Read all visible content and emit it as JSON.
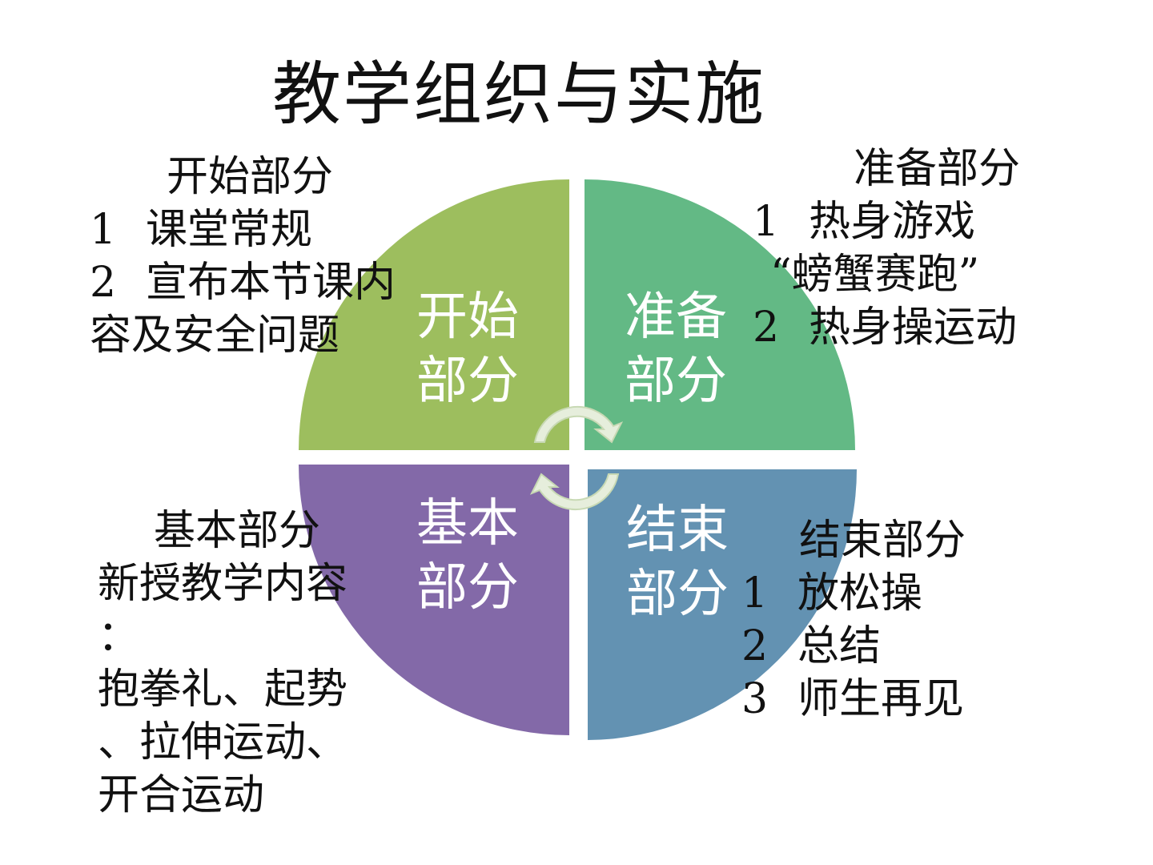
{
  "slide": {
    "title": "教学组织与实施"
  },
  "quadrants": [
    {
      "key": "start",
      "line1": "开始",
      "line2": "部分",
      "color": "#9DBE5E"
    },
    {
      "key": "prep",
      "line1": "准备",
      "line2": "部分",
      "color": "#63B985"
    },
    {
      "key": "basic",
      "line1": "基本",
      "line2": "部分",
      "color": "#8369A8"
    },
    {
      "key": "end",
      "line1": "结束",
      "line2": "部分",
      "color": "#6392B2"
    }
  ],
  "notes": {
    "start": {
      "heading": "开始部分",
      "lines": [
        "1",
        "课堂常规",
        "2",
        "宣布本节课内",
        "容及安全问题"
      ]
    },
    "prep": {
      "heading": "准备部分",
      "lines": [
        "1",
        "热身游戏",
        "“螃蟹赛跑”",
        "2",
        "热身操运动"
      ]
    },
    "basic": {
      "heading": "基本部分",
      "lines": [
        "新授教学内容",
        "：",
        "抱拳礼、起势",
        "、拉伸运动、",
        "开合运动"
      ]
    },
    "end": {
      "heading": "结束部分",
      "lines": [
        "1",
        "放松操",
        "2",
        "总结",
        "3",
        "师生再见"
      ]
    }
  },
  "colors": {
    "arrow_fill": "#E6EEDC",
    "arrow_stroke": "#C8D9B4"
  }
}
